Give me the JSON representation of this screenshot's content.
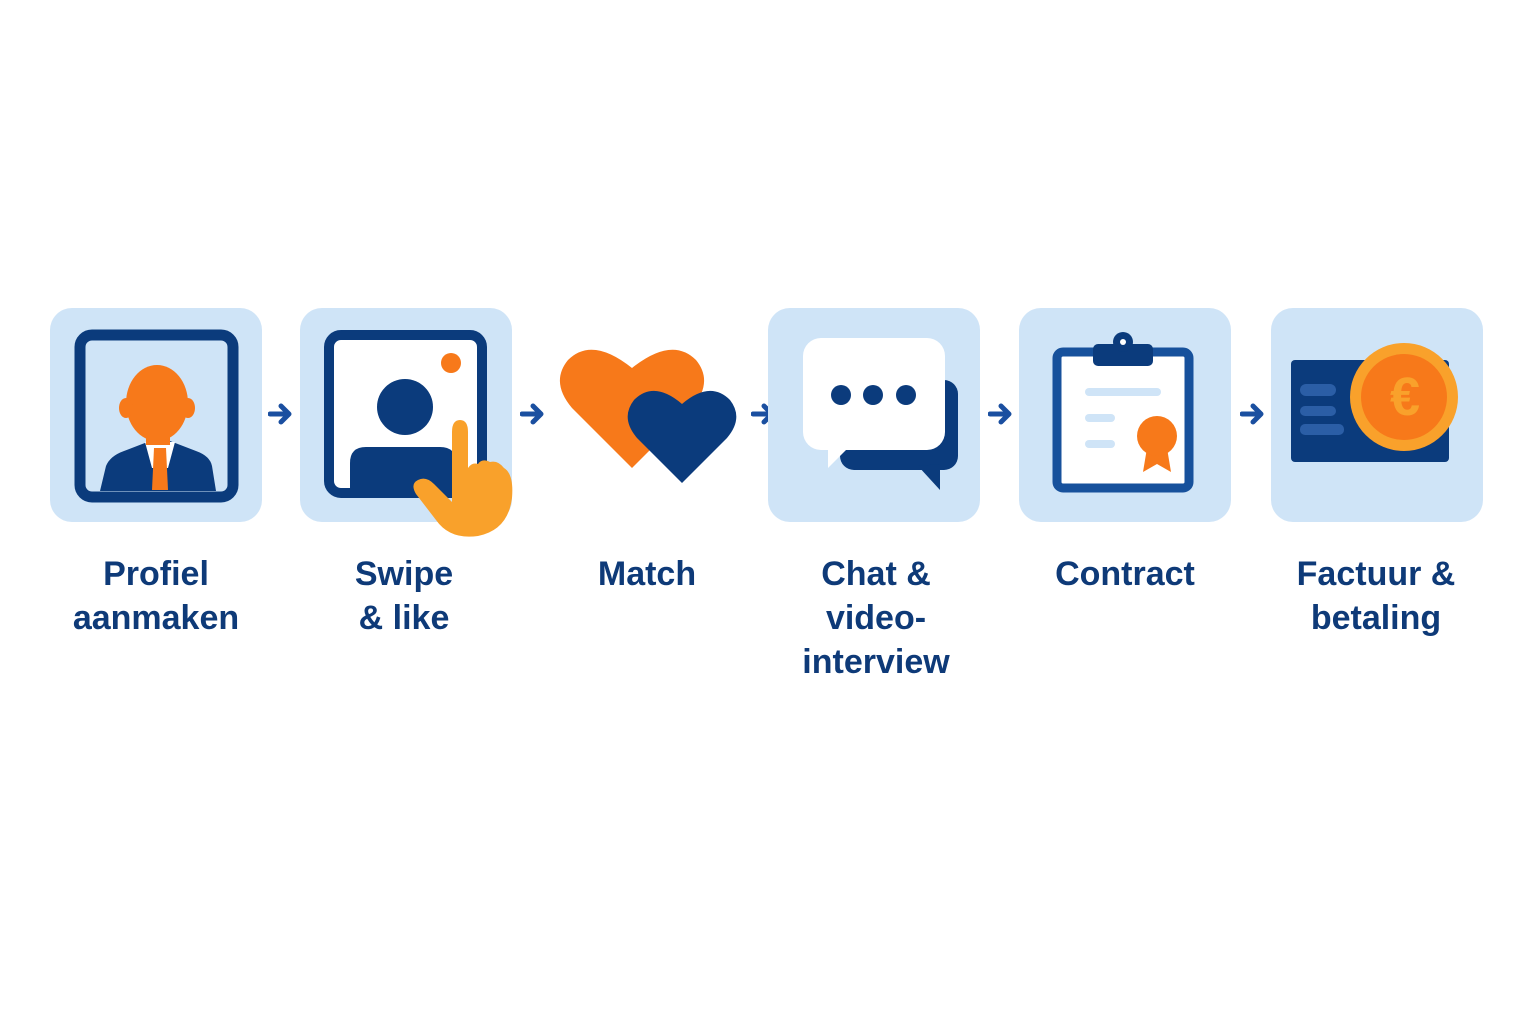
{
  "colors": {
    "navy": "#0b3b7c",
    "orange": "#f7791a",
    "light_orange": "#f9a12b",
    "tile": "#cfe4f7",
    "arrow": "#1a4fa0"
  },
  "steps": [
    {
      "label_line1": "Profiel",
      "label_line2": "aanmaken",
      "icon": "profile-icon"
    },
    {
      "label_line1": "Swipe",
      "label_line2": "& like",
      "icon": "swipe-hand-icon"
    },
    {
      "label_line1": "Match",
      "icon": "hearts-icon"
    },
    {
      "label_line1": "Chat &",
      "label_line2": "video-",
      "label_line3": "interview",
      "icon": "chat-bubbles-icon"
    },
    {
      "label_line1": "Contract",
      "icon": "clipboard-contract-icon"
    },
    {
      "label_line1": "Factuur &",
      "label_line2": "betaling",
      "icon": "euro-payment-icon"
    }
  ],
  "coin_symbol": "€"
}
